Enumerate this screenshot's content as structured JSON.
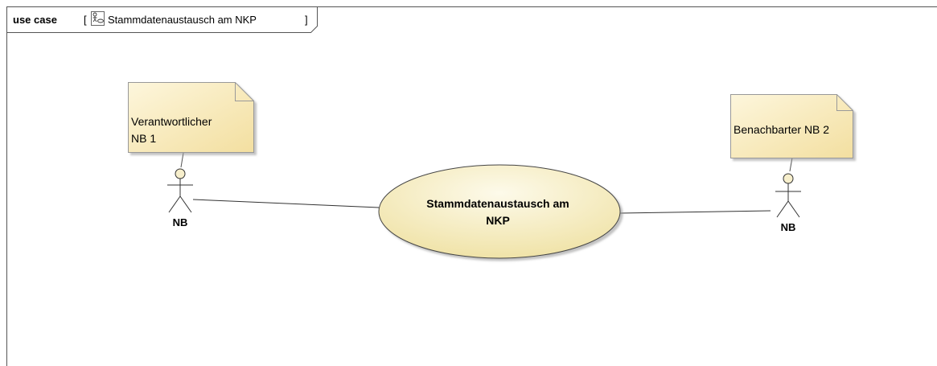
{
  "frame": {
    "kind": "use case",
    "open_bracket": "[",
    "title": "Stammdatenaustausch am NKP",
    "close_bracket": "]",
    "icon": "use-case-diagram-icon"
  },
  "notes": [
    {
      "lines": [
        "Verantwortlicher",
        "NB 1"
      ]
    },
    {
      "lines": [
        "Benachbarter NB 2"
      ]
    }
  ],
  "actors": [
    {
      "label": "NB"
    },
    {
      "label": "NB"
    }
  ],
  "use_case": {
    "lines": [
      "Stammdatenaustausch am",
      "NKP"
    ]
  },
  "colors": {
    "note_fill_light": "#fdf6dc",
    "note_fill_dark": "#f3dfa0",
    "usecase_fill_light": "#fdf9e6",
    "usecase_fill_dark": "#f0e3a8",
    "actor_head_fill": "#f7efcc",
    "line": "#333333",
    "frame": "#555555"
  }
}
